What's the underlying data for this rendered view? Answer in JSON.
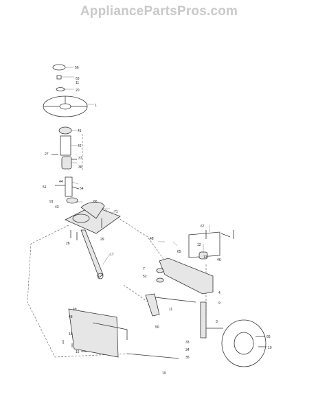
{
  "watermark": "AppliancePartsPros.com",
  "callouts": [
    "56",
    "63",
    "11",
    "20",
    "1",
    "41",
    "42",
    "27",
    "37",
    "36",
    "44",
    "51",
    "54",
    "91",
    "43",
    "66",
    "71",
    "26",
    "29",
    "17",
    "48",
    "67",
    "12",
    "65",
    "13",
    "7",
    "52",
    "46",
    "4",
    "9",
    "11",
    "49",
    "48",
    "19",
    "18",
    "15",
    "50",
    "33",
    "34",
    "35",
    "3",
    "69",
    "10"
  ]
}
